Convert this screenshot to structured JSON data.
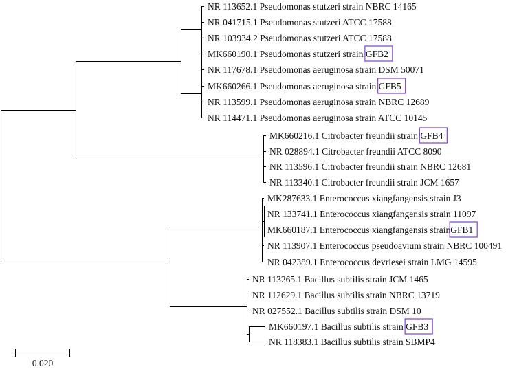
{
  "colors": {
    "branch": "#000000",
    "highlight_box": "#8a4fd6",
    "text": "#111111"
  },
  "taxa": [
    {
      "prefix": "NR 113652.1 Pseudomonas stutzeri strain NBRC 14165",
      "code": ""
    },
    {
      "prefix": "NR 041715.1 Pseudomonas stutzeri ATCC 17588",
      "code": ""
    },
    {
      "prefix": "NR 103934.2 Pseudomonas stutzeri ATCC 17588",
      "code": ""
    },
    {
      "prefix": "MK660190.1 Pseudomonas stutzeri strain ",
      "code": "GFB2"
    },
    {
      "prefix": "NR 117678.1 Pseudomonas aeruginosa strain DSM 50071",
      "code": ""
    },
    {
      "prefix": "MK660266.1 Pseudomonas aeruginosa strain ",
      "code": "GFB5"
    },
    {
      "prefix": "NR 113599.1 Pseudomonas aeruginosa strain NBRC 12689",
      "code": ""
    },
    {
      "prefix": "NR 114471.1 Pseudomonas aeruginosa strain ATCC 10145",
      "code": ""
    },
    {
      "prefix": "MK660216.1 Citrobacter freundii strain ",
      "code": "GFB4"
    },
    {
      "prefix": "NR 028894.1 Citrobacter freundii ATCC 8090",
      "code": ""
    },
    {
      "prefix": "NR 113596.1 Citrobacter freundii strain NBRC 12681",
      "code": ""
    },
    {
      "prefix": "NR 113340.1 Citrobacter freundii strain JCM 1657",
      "code": ""
    },
    {
      "prefix": "MK287633.1 Enterococcus xiangfangensis strain J3",
      "code": ""
    },
    {
      "prefix": "NR 133741.1 Enterococcus xiangfangensis strain 11097",
      "code": ""
    },
    {
      "prefix": "MK660187.1 Enterococcus xiangfangensis strain",
      "code": "GFB1"
    },
    {
      "prefix": "NR 113907.1 Enterococcus pseudoavium strain NBRC 100491",
      "code": ""
    },
    {
      "prefix": "NR 042389.1 Enterococcus devriesei strain LMG 14595",
      "code": ""
    },
    {
      "prefix": "NR 113265.1 Bacillus subtilis strain JCM 1465",
      "code": ""
    },
    {
      "prefix": "NR 112629.1 Bacillus subtilis strain NBRC 13719",
      "code": ""
    },
    {
      "prefix": "NR 027552.1 Bacillus subtilis strain DSM 10",
      "code": ""
    },
    {
      "prefix": "MK660197.1 Bacillus subtilis strain ",
      "code": "GFB3"
    },
    {
      "prefix": "NR 118383.1 Bacillus subtilis strain SBMP4",
      "code": ""
    }
  ],
  "scale_bar": {
    "label": "0.020"
  }
}
